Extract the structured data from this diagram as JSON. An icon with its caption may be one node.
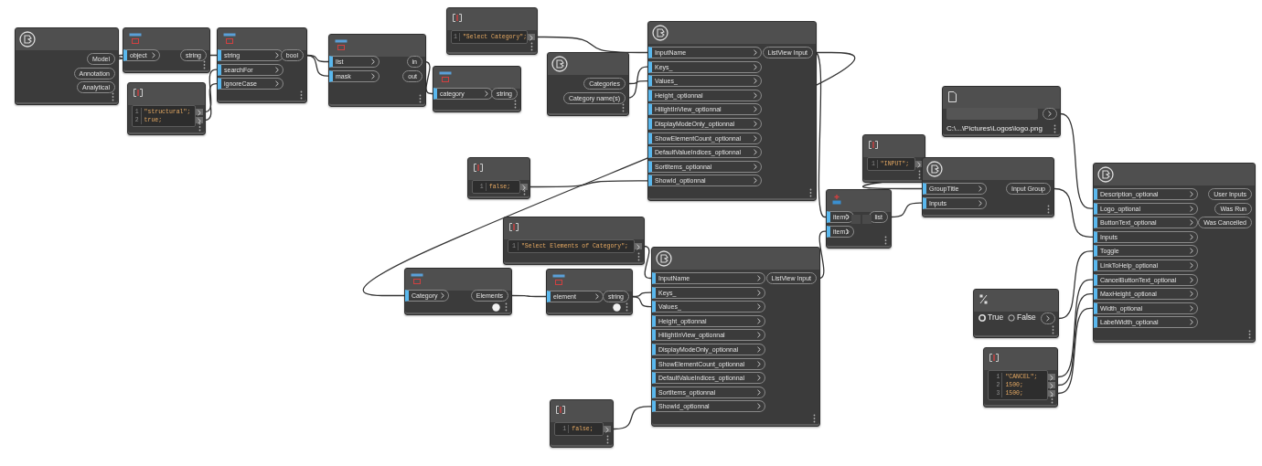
{
  "diagram": {
    "nodes": [
      {
        "text": [],
        "shape": "box"
      },
      {
        "text": [
          "Model"
        ],
        "in": 0
      },
      {
        "text": [
          "Annotation"
        ],
        "in": 0
      },
      {
        "text": [
          "Analytical"
        ],
        "in": 0
      },
      {
        "text": [],
        "shape": "box"
      },
      {
        "text": [
          "object"
        ],
        "in": 4
      },
      {
        "text": [
          "string"
        ],
        "in": 4
      },
      {
        "text": [
          "1",
          "\"structural\";",
          "2",
          "true;"
        ]
      },
      {
        "text": [],
        "shape": "box",
        "in": 7
      },
      {
        "text": [],
        "shape": "box",
        "in": 7
      },
      {
        "text": [],
        "shape": "box"
      },
      {
        "text": [
          "string"
        ],
        "in": 10
      },
      {
        "text": [
          "searchFor"
        ],
        "in": 10
      },
      {
        "text": [
          "ignoreCase"
        ],
        "in": 10
      },
      {
        "text": [
          "bool"
        ],
        "in": 10
      },
      {
        "text": [],
        "shape": "box"
      },
      {
        "text": [
          "list"
        ],
        "in": 15
      },
      {
        "text": [
          "mask"
        ],
        "in": 15
      },
      {
        "text": [
          "in"
        ],
        "in": 15
      },
      {
        "text": [
          "out"
        ],
        "in": 15
      },
      {
        "text": [
          "1",
          "\"Select Category\";"
        ]
      },
      {
        "text": [],
        "shape": "box",
        "in": 20
      },
      {
        "text": [],
        "shape": "box"
      },
      {
        "text": [
          "category"
        ],
        "in": 22
      },
      {
        "text": [
          "string"
        ],
        "in": 22
      },
      {
        "text": [],
        "shape": "box"
      },
      {
        "text": [
          "Categories"
        ],
        "in": 25
      },
      {
        "text": [
          "Category name(s)"
        ],
        "in": 25
      },
      {
        "text": [],
        "shape": "box"
      },
      {
        "text": [
          "InputName"
        ],
        "in": 28
      },
      {
        "text": [
          "Keys_"
        ],
        "in": 28
      },
      {
        "text": [
          "Values_"
        ],
        "in": 28
      },
      {
        "text": [
          "Height_optionnal"
        ],
        "in": 28
      },
      {
        "text": [
          "HilightInView_optionnal"
        ],
        "in": 28
      },
      {
        "text": [
          "DisplayModeOnly_optionnal"
        ],
        "in": 28
      },
      {
        "text": [
          "ShowElementCount_optionnal"
        ],
        "in": 28
      },
      {
        "text": [
          "DefaultValueIndices_optionnal"
        ],
        "in": 28
      },
      {
        "text": [
          "SortItems_optionnal"
        ],
        "in": 28
      },
      {
        "text": [
          "ShowId_optionnal"
        ],
        "in": 28
      },
      {
        "text": [
          "ListView Input"
        ],
        "in": 28
      },
      {
        "text": [
          "1",
          "false;"
        ]
      },
      {
        "text": [],
        "shape": "box",
        "in": 40
      },
      {
        "text": [
          "1",
          "\"Select Elements of Category\";"
        ]
      },
      {
        "text": [],
        "shape": "box",
        "in": 42
      },
      {
        "text": [],
        "shape": "box"
      },
      {
        "text": [
          "Category"
        ],
        "in": 44
      },
      {
        "text": [
          "Elements"
        ],
        "in": 44
      },
      {
        "text": [],
        "shape": "box"
      },
      {
        "text": [
          "element"
        ],
        "in": 47
      },
      {
        "text": [
          "string"
        ],
        "in": 47
      },
      {
        "text": [],
        "shape": "box"
      },
      {
        "text": [
          "InputName"
        ],
        "in": 50
      },
      {
        "text": [
          "Keys_"
        ],
        "in": 50
      },
      {
        "text": [
          "Values_"
        ],
        "in": 50
      },
      {
        "text": [
          "Height_optionnal"
        ],
        "in": 50
      },
      {
        "text": [
          "HilightInView_optionnal"
        ],
        "in": 50
      },
      {
        "text": [
          "DisplayModeOnly_optionnal"
        ],
        "in": 50
      },
      {
        "text": [
          "ShowElementCount_optionnal"
        ],
        "in": 50
      },
      {
        "text": [
          "DefaultValueIndices_optionnal"
        ],
        "in": 50
      },
      {
        "text": [
          "SortItems_optionnal"
        ],
        "in": 50
      },
      {
        "text": [
          "ShowId_optionnal"
        ],
        "in": 50
      },
      {
        "text": [
          "ListView Input"
        ],
        "in": 50
      },
      {
        "text": [
          "1",
          "false;"
        ]
      },
      {
        "text": [],
        "shape": "box",
        "in": 62
      },
      {
        "text": [
          "1",
          "\"INPUT\";"
        ]
      },
      {
        "text": [],
        "shape": "box",
        "in": 64
      },
      {
        "text": [],
        "shape": "box"
      },
      {
        "text": [
          "item0"
        ],
        "in": 66
      },
      {
        "text": [
          "item1"
        ],
        "in": 66
      },
      {
        "text": [
          "list"
        ],
        "in": 66
      },
      {
        "text": [
          "C:\\...\\Pictures\\Logos\\logo.png"
        ]
      },
      {
        "text": [],
        "shape": "box",
        "in": 70
      },
      {
        "text": [],
        "shape": "box"
      },
      {
        "text": [
          "GroupTitle"
        ],
        "in": 72
      },
      {
        "text": [
          "Inputs"
        ],
        "in": 72
      },
      {
        "text": [
          "Input Group"
        ],
        "in": 72
      },
      {
        "text": [],
        "shape": "box"
      },
      {
        "text": [
          "Description_optional"
        ],
        "in": 76
      },
      {
        "text": [
          "Logo_optional"
        ],
        "in": 76
      },
      {
        "text": [
          "ButtonText_optional"
        ],
        "in": 76
      },
      {
        "text": [
          "Inputs"
        ],
        "in": 76
      },
      {
        "text": [
          "Toggle"
        ],
        "in": 76
      },
      {
        "text": [
          "LinkToHelp_optional"
        ],
        "in": 76
      },
      {
        "text": [
          "CancelButtonText_optional"
        ],
        "in": 76
      },
      {
        "text": [
          "MaxHeight_optional"
        ],
        "in": 76
      },
      {
        "text": [
          "Width_optional"
        ],
        "in": 76
      },
      {
        "text": [
          "LabelWidth_optional"
        ],
        "in": 76
      },
      {
        "text": [
          "User Inputs"
        ],
        "in": 76
      },
      {
        "text": [
          "Was Run"
        ],
        "in": 76
      },
      {
        "text": [
          "Was Cancelled"
        ],
        "in": 76
      },
      {
        "text": [
          "True",
          "False"
        ]
      },
      {
        "text": [],
        "shape": "box",
        "in": 90
      },
      {
        "text": [
          "1",
          "\"CANCEL\";",
          "2",
          "1500;",
          "3",
          "1500;"
        ]
      },
      {
        "text": [],
        "shape": "box",
        "in": 92
      },
      {
        "text": [],
        "shape": "box",
        "in": 92
      },
      {
        "text": [],
        "shape": "box",
        "in": 92
      }
    ],
    "edges": [
      {
        "from": 1,
        "to": 5,
        "arrow": "none"
      },
      {
        "from": 6,
        "to": 11,
        "arrow": "none"
      },
      {
        "from": 8,
        "to": 12,
        "arrow": "none"
      },
      {
        "from": 9,
        "to": 13,
        "arrow": "none"
      },
      {
        "from": 14,
        "to": 16,
        "arrow": "none"
      },
      {
        "from": 14,
        "to": 17,
        "arrow": "none"
      },
      {
        "from": 18,
        "to": 23,
        "arrow": "none"
      },
      {
        "from": 21,
        "to": 29,
        "arrow": "none"
      },
      {
        "from": 26,
        "to": 31,
        "arrow": "none"
      },
      {
        "from": 27,
        "to": 30,
        "arrow": "none"
      },
      {
        "from": 39,
        "to": 67,
        "arrow": "none"
      },
      {
        "from": 39,
        "to": 45,
        "arrow": "none"
      },
      {
        "from": 41,
        "to": 38,
        "arrow": "none"
      },
      {
        "from": 43,
        "to": 51,
        "arrow": "none"
      },
      {
        "from": 46,
        "to": 48,
        "arrow": "none"
      },
      {
        "from": 49,
        "to": 52,
        "arrow": "none"
      },
      {
        "from": 49,
        "to": 53,
        "arrow": "none"
      },
      {
        "from": 63,
        "to": 60,
        "arrow": "none"
      },
      {
        "from": 61,
        "to": 68,
        "arrow": "none"
      },
      {
        "from": 69,
        "to": 74,
        "arrow": "none"
      },
      {
        "from": 65,
        "to": 73,
        "arrow": "none"
      },
      {
        "from": 71,
        "to": 78,
        "arrow": "none"
      },
      {
        "from": 75,
        "to": 80,
        "arrow": "none"
      },
      {
        "from": 91,
        "to": 81,
        "arrow": "none"
      },
      {
        "from": 93,
        "to": 83,
        "arrow": "none"
      },
      {
        "from": 94,
        "to": 84,
        "arrow": "none"
      },
      {
        "from": 95,
        "to": 85,
        "arrow": "none"
      }
    ]
  }
}
